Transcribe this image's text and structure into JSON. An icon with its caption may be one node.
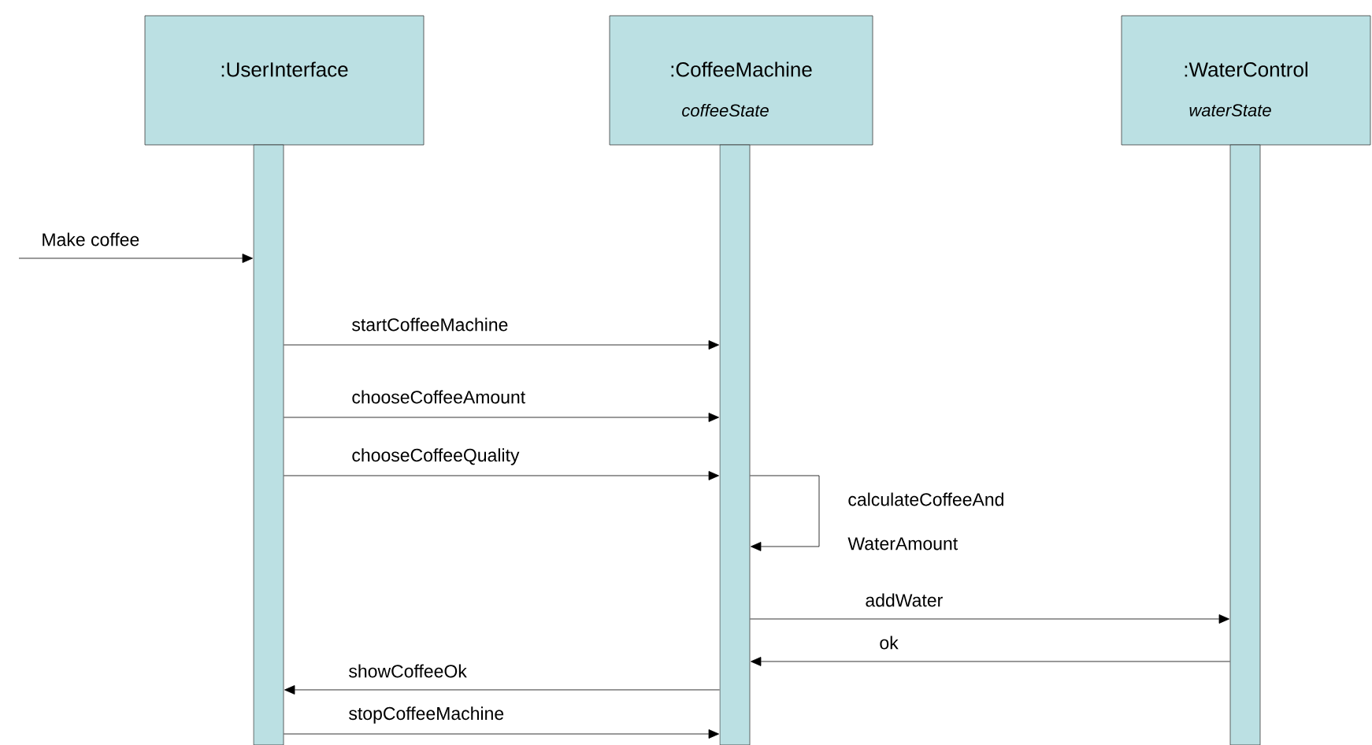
{
  "diagram": {
    "nodes": [
      {
        "text": [
          ":UserInterface"
        ]
      },
      {
        "text": [
          ":CoffeeMachine",
          "coffeeState"
        ]
      },
      {
        "text": [
          ":WaterControl",
          "waterState"
        ]
      },
      {
        "text": [],
        "shape": "bar"
      },
      {
        "text": [],
        "shape": "bar"
      },
      {
        "text": [],
        "shape": "bar"
      }
    ],
    "edges": [
      {
        "from": null,
        "to": 3,
        "arrow": "to",
        "label": "Make coffee"
      },
      {
        "from": 3,
        "to": 4,
        "arrow": "to",
        "label": "startCoffeeMachine"
      },
      {
        "from": 3,
        "to": 4,
        "arrow": "to",
        "label": "chooseCoffeeAmount"
      },
      {
        "from": 3,
        "to": 4,
        "arrow": "to",
        "label": "chooseCoffeeQuality"
      },
      {
        "from": 4,
        "to": 4,
        "arrow": "to",
        "label": "calculateCoffeeAnd WaterAmount"
      },
      {
        "from": 4,
        "to": 5,
        "arrow": "to",
        "label": "addWater"
      },
      {
        "from": 5,
        "to": 4,
        "arrow": "to",
        "label": "ok"
      },
      {
        "from": 4,
        "to": 3,
        "arrow": "to",
        "label": "showCoffeeOk"
      },
      {
        "from": 3,
        "to": 4,
        "arrow": "to",
        "label": "stopCoffeeMachine"
      }
    ]
  }
}
